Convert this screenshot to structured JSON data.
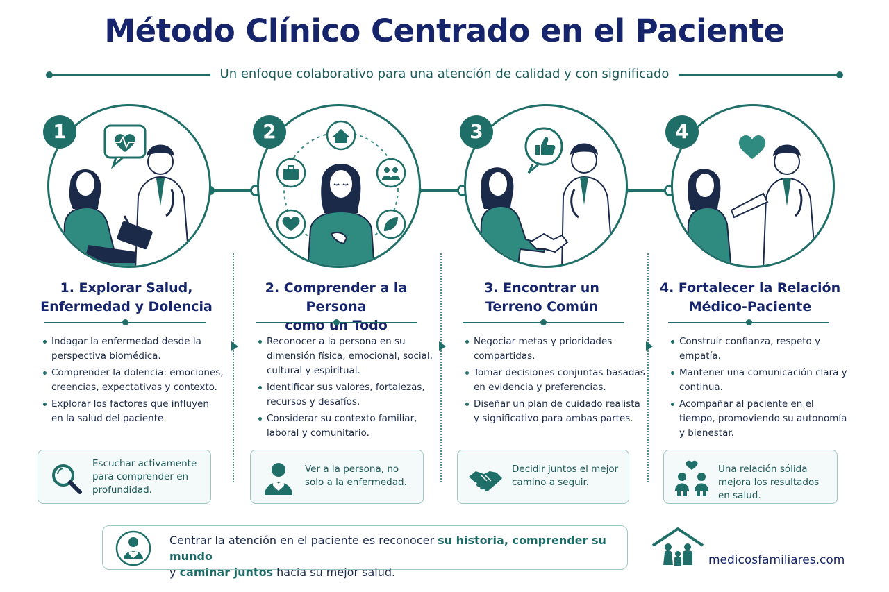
{
  "title": "Método Clínico Centrado en el Paciente",
  "subtitle": "Un enfoque colaborativo para una atención de calidad y con significado",
  "colors": {
    "teal": "#1f6f68",
    "navy": "#15246b",
    "light_teal": "#3b8f86",
    "card_bg": "#f4faf9"
  },
  "steps": [
    {
      "number": "1",
      "title_line1": "1. Explorar Salud,",
      "title_line2": "Enfermedad y Dolencia",
      "icons": [
        "heart-pulse-icon",
        "doctor-icon",
        "patient-icon"
      ],
      "bullets": [
        "Indagar la enfermedad desde la perspectiva biomédica.",
        "Comprender la dolencia: emociones, creencias, expectativas y contexto.",
        "Explorar los factores que influyen en la salud del paciente."
      ],
      "card_icon": "magnifier-icon",
      "card_text": "Escuchar activamente para comprender en profundidad."
    },
    {
      "number": "2",
      "title_line1": "2. Comprender a la Persona",
      "title_line2": "como un Todo",
      "icons": [
        "home-icon",
        "briefcase-icon",
        "people-icon",
        "heart-icon",
        "leaf-icon"
      ],
      "bullets": [
        "Reconocer a la persona en su dimensión física, emocional, social, cultural y espiritual.",
        "Identificar sus valores, fortalezas, recursos y desafíos.",
        "Considerar su contexto familiar, laboral y comunitario."
      ],
      "card_icon": "person-heart-icon",
      "card_text": "Ver a la persona, no solo a la enfermedad."
    },
    {
      "number": "3",
      "title_line1": "3. Encontrar un",
      "title_line2": "Terreno Común",
      "icons": [
        "thumbs-up-icon",
        "handshake-icon"
      ],
      "bullets": [
        "Negociar metas y prioridades compartidas.",
        "Tomar decisiones conjuntas basadas en evidencia y preferencias.",
        "Diseñar un plan de cuidado realista y significativo para ambas partes."
      ],
      "card_icon": "handshake-icon",
      "card_text": "Decidir juntos el mejor camino a seguir."
    },
    {
      "number": "4",
      "title_line1": "4. Fortalecer la Relación",
      "title_line2": "Médico-Paciente",
      "icons": [
        "heart-icon",
        "doctor-icon",
        "patient-icon"
      ],
      "bullets": [
        "Construir confianza, respeto y empatía.",
        "Mantener una comunicación clara y continua.",
        "Acompañar al paciente en el tiempo, promoviendo su autonomía y bienestar."
      ],
      "card_icon": "family-heart-icon",
      "card_text": "Una relación sólida mejora los resultados en salud."
    }
  ],
  "bottom": {
    "part1": "Centrar la atención en el paciente es reconocer ",
    "highlight1": "su historia, comprender su mundo",
    "part2": "y ",
    "highlight2": "caminar juntos",
    "part3": " hacia su mejor salud."
  },
  "brand": "medicosfamiliares.com"
}
